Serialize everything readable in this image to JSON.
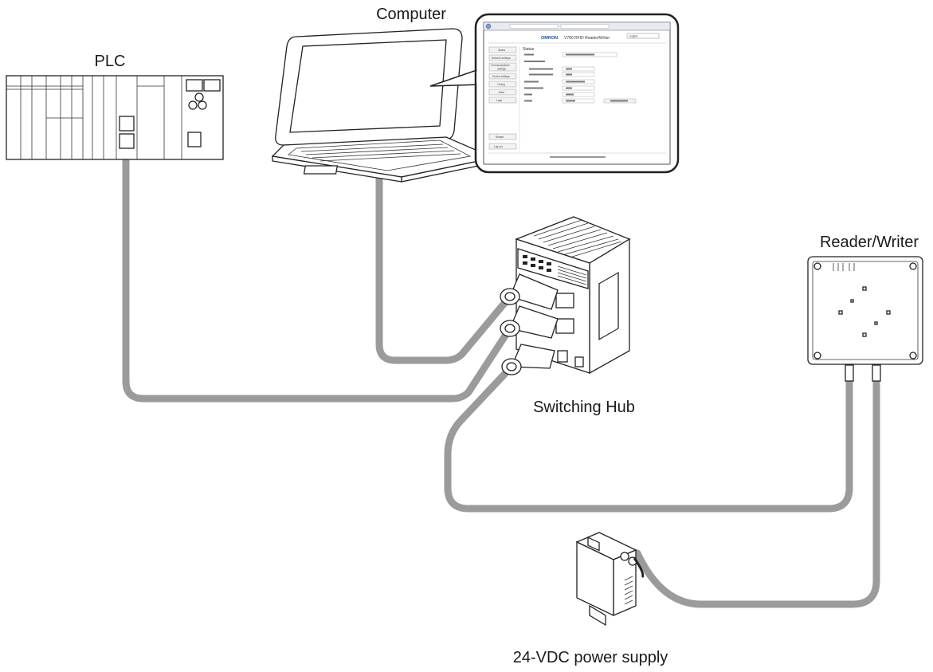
{
  "labels": {
    "computer": "Computer",
    "plc": "PLC",
    "reader_writer": "Reader/Writer",
    "switching_hub": "Switching Hub",
    "power_supply": "24-VDC power supply"
  },
  "callout": {
    "brand": "OMRON",
    "app_title": "V780 RFID Reader/Writer",
    "language": "English",
    "status_heading": "Status",
    "sidebar": [
      "Status",
      "Network settings",
      "Communications",
      "Device settings",
      "Tuning",
      "Data",
      "Logs",
      "Restart",
      "Log out"
    ],
    "sidebar_line2": "settings"
  },
  "colors": {
    "cable": "#9b9b9b",
    "outline": "#222222",
    "background": "#ffffff"
  }
}
